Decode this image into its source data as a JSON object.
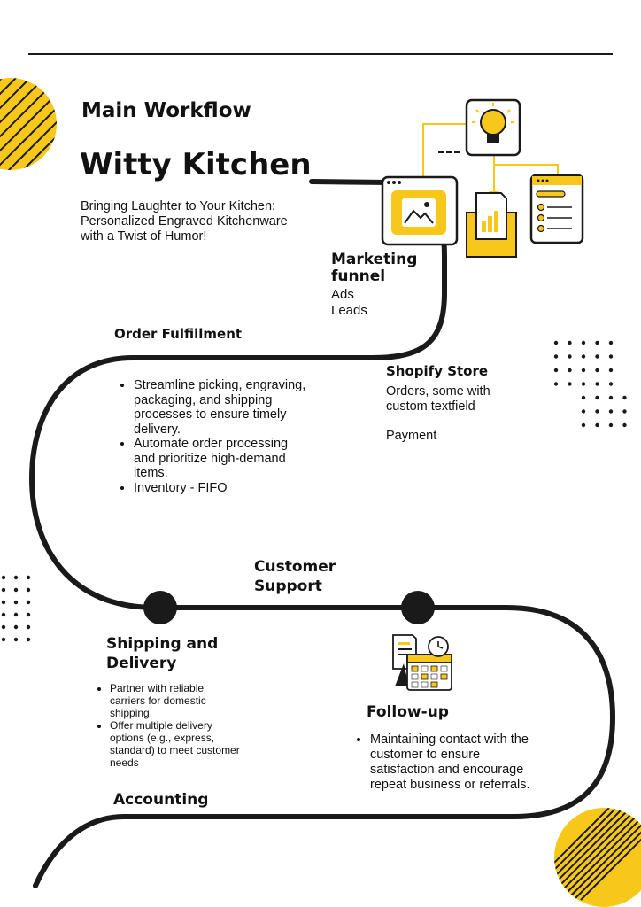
{
  "header": {
    "subtitle": "Main Workflow",
    "title": "Witty Kitchen",
    "tagline": "Bringing Laughter to Your Kitchen: Personalized Engraved Kitchenware with a Twist of Humor!"
  },
  "marketing": {
    "heading": "Marketing funnel",
    "items": [
      "Ads",
      "Leads"
    ]
  },
  "shopify": {
    "heading": "Shopify Store",
    "line1": "Orders, some with custom textfield",
    "line2": "Payment"
  },
  "order_fulfillment": {
    "heading": "Order Fulfillment",
    "items": [
      "Streamline picking, engraving, packaging, and shipping processes to ensure timely delivery.",
      "Automate order processing and prioritize high-demand items.",
      "Inventory - FIFO"
    ]
  },
  "customer_support": {
    "heading": "Customer Support"
  },
  "shipping": {
    "heading": "Shipping and Delivery",
    "items": [
      "Partner with reliable carriers for domestic shipping.",
      "Offer multiple delivery options (e.g., express, standard) to meet customer needs"
    ]
  },
  "follow_up": {
    "heading": "Follow-up",
    "items": [
      "Maintaining contact with the customer to ensure satisfaction and encourage repeat business or referrals."
    ]
  },
  "accounting": {
    "heading": "Accounting"
  },
  "colors": {
    "accent": "#F7C71A",
    "ink": "#1a1a1a"
  },
  "icons": [
    "lightbulb-icon",
    "image-window-icon",
    "document-chart-icon",
    "checklist-window-icon",
    "calendar-icon"
  ]
}
